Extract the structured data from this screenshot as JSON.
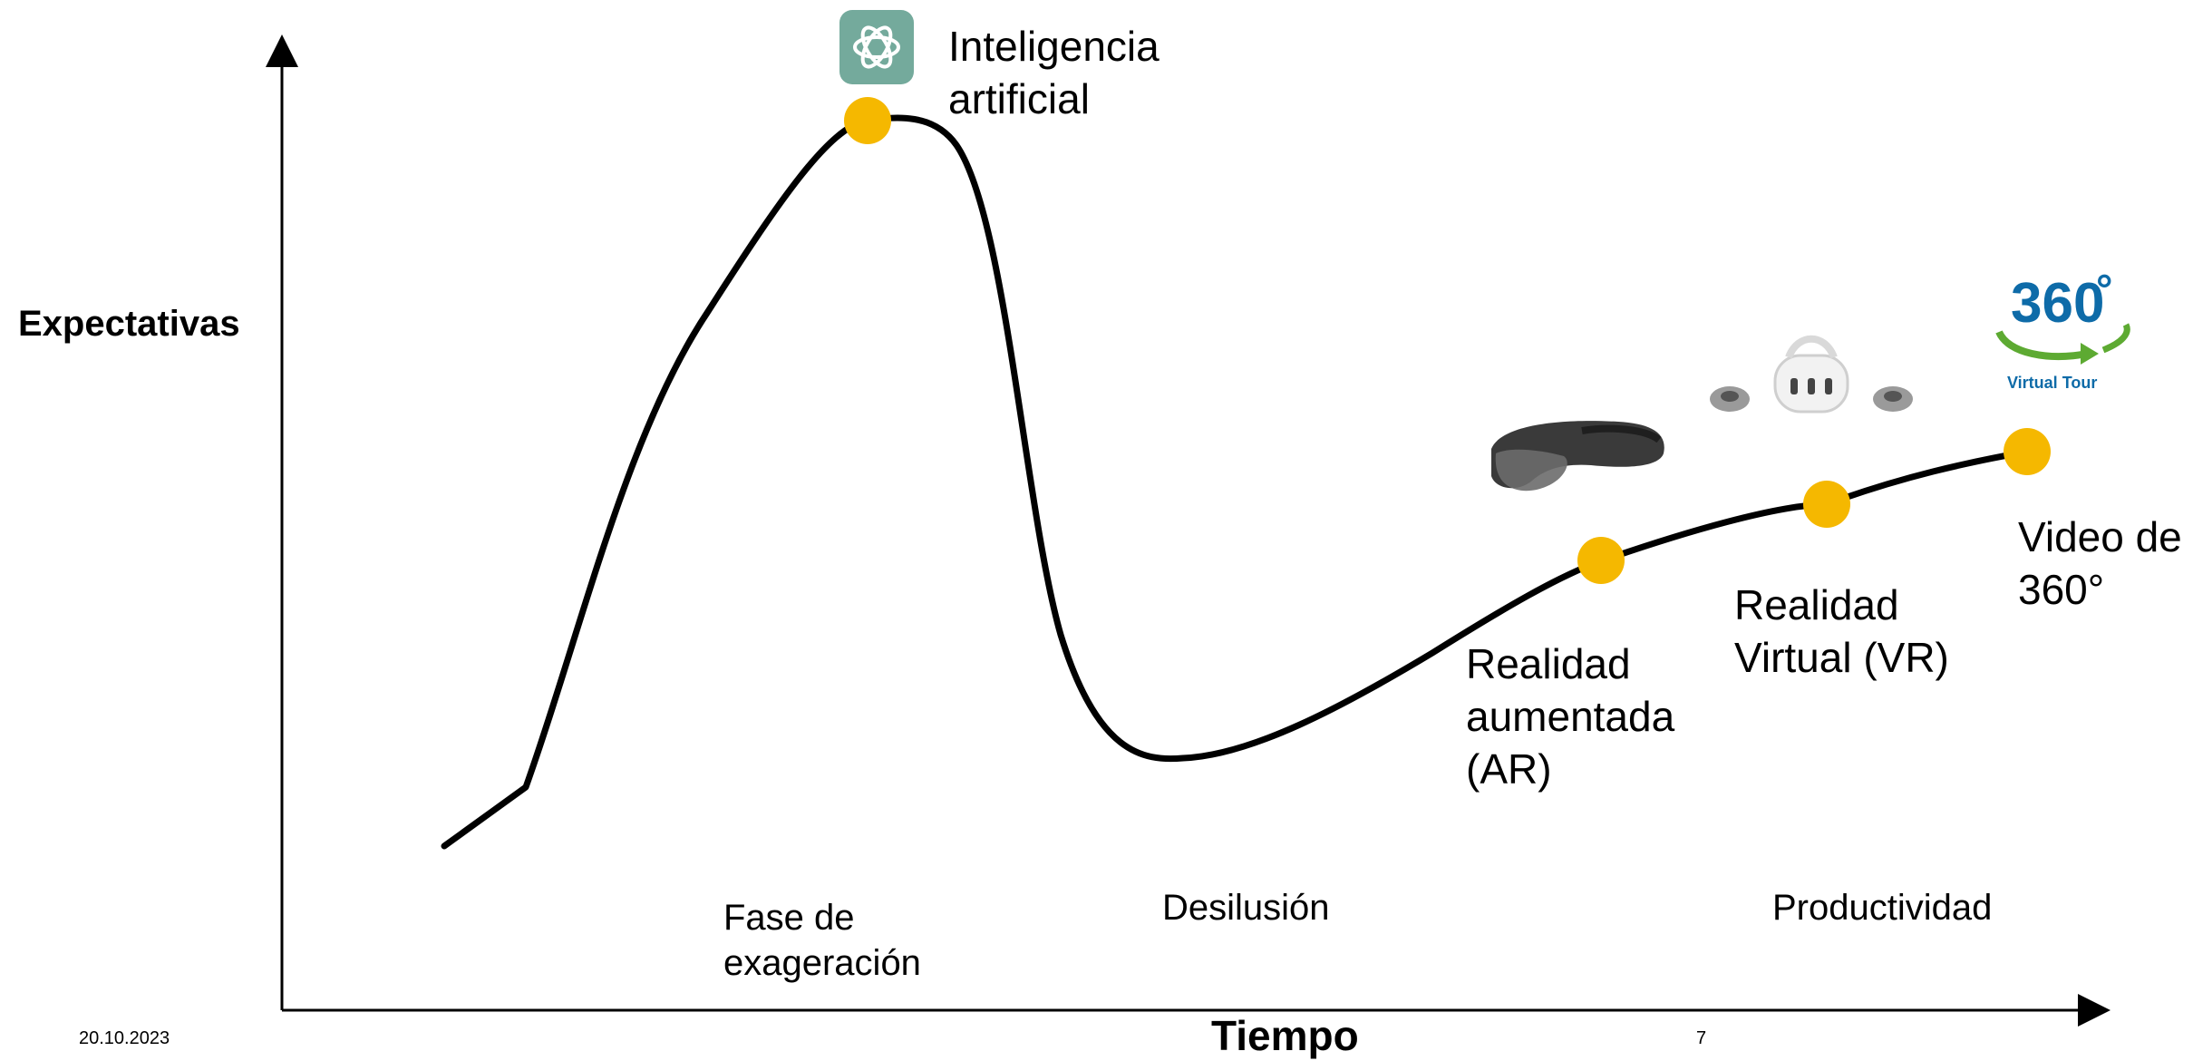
{
  "colors": {
    "curve": "#000000",
    "point": "#F5B800",
    "ai_icon_bg": "#74AA9C",
    "logo_blue": "#0E6BA8",
    "logo_green": "#5DAA32"
  },
  "axes": {
    "y_label": "Expectativas",
    "x_label": "Tiempo"
  },
  "points": [
    {
      "label_line1": "Inteligencia",
      "label_line2": "artificial",
      "icon": "openai-logo-icon"
    },
    {
      "label_line1": "Realidad",
      "label_line2": "aumentada",
      "label_line3": "(AR)",
      "icon": "ar-headset-icon"
    },
    {
      "label_line1": "Realidad",
      "label_line2": "Virtual (VR)",
      "icon": "vr-headset-icon"
    },
    {
      "label_line1": "Video de",
      "label_line2": "360°",
      "icon": "virtual-tour-360-logo-icon"
    }
  ],
  "phases": {
    "hype_line1": "Fase de",
    "hype_line2": "exageración",
    "disillusion": "Desilusión",
    "productivity": "Productividad"
  },
  "logo_360": {
    "number": "360",
    "degree": "°",
    "caption": "Virtual Tour"
  },
  "footer": {
    "date": "20.10.2023",
    "page": "7"
  }
}
